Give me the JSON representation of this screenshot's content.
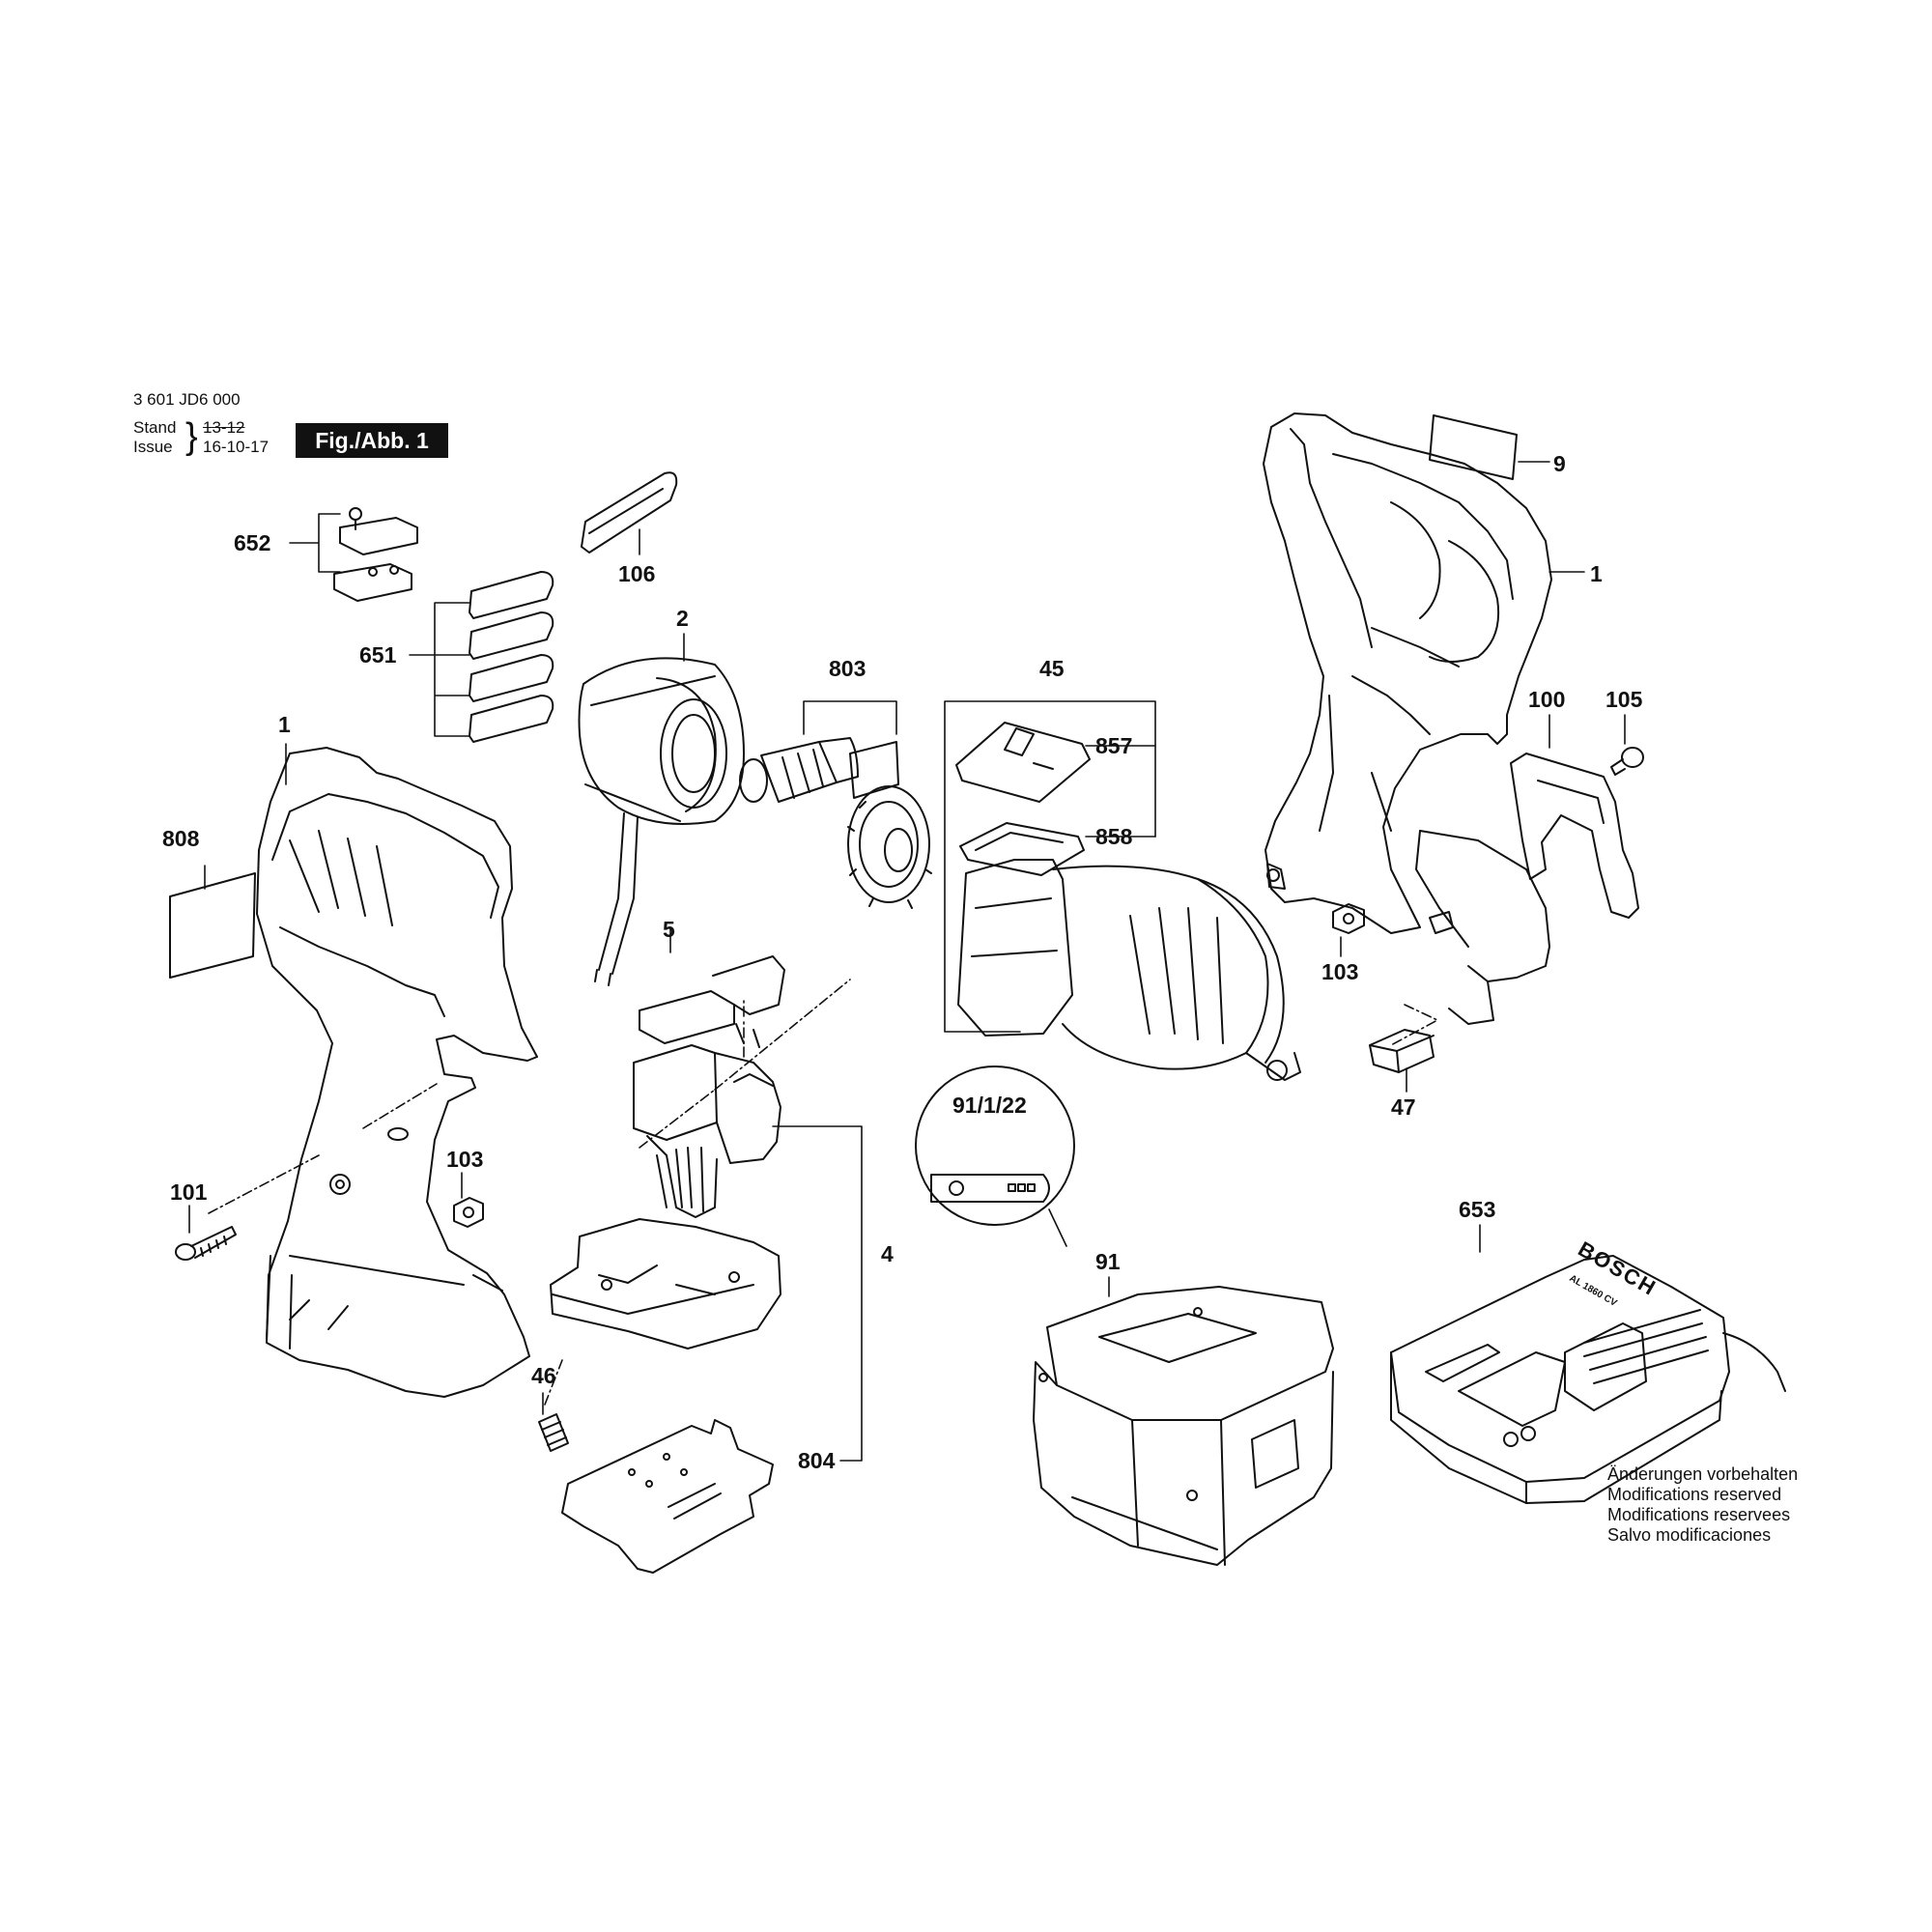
{
  "header": {
    "part_number": "3 601 JD6 000",
    "stand_label": "Stand",
    "stand_value_struck": "13-12",
    "issue_label": "Issue",
    "issue_value": "16-10-17",
    "figure_label": "Fig./Abb. 1"
  },
  "callouts": {
    "c652": "652",
    "c106": "106",
    "c651": "651",
    "c2": "2",
    "c803": "803",
    "c45": "45",
    "c857": "857",
    "c858": "858",
    "c1_left": "1",
    "c808": "808",
    "c5": "5",
    "c103_left": "103",
    "c101": "101",
    "c4": "4",
    "c46": "46",
    "c804": "804",
    "c9": "9",
    "c1_right": "1",
    "c100": "100",
    "c105": "105",
    "c103_right": "103",
    "c47": "47",
    "c91_1_22": "91/1/22",
    "c91": "91",
    "c653": "653"
  },
  "brand": {
    "charger_logo": "BOSCH",
    "charger_model": "AL 1860 CV"
  },
  "notes": [
    "Änderungen vorbehalten",
    "Modifications reserved",
    "Modifications reservees",
    "Salvo modificaciones"
  ]
}
